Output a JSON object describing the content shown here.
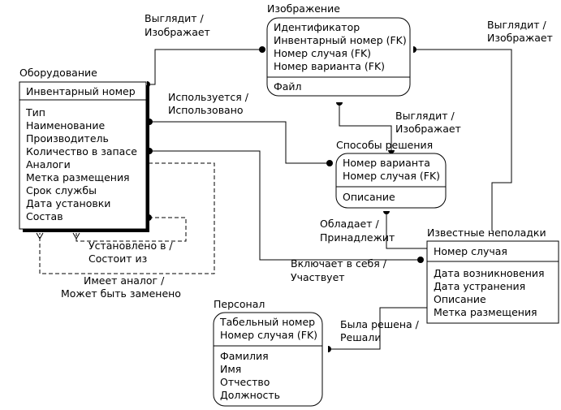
{
  "entities": {
    "equipment": {
      "title": "Оборудование",
      "keys": [
        "Инвентарный номер"
      ],
      "attrs": [
        "Тип",
        "Наименование",
        "Производитель",
        "Количество в запасе",
        "Аналоги",
        "Метка размещения",
        "Срок службы",
        "Дата установки",
        "Состав"
      ]
    },
    "image": {
      "title": "Изображение",
      "keys": [
        "Идентификатор",
        "Инвентарный номер (FK)",
        "Номер случая (FK)",
        "Номер варианта (FK)"
      ],
      "attrs": [
        "Файл"
      ]
    },
    "solutions": {
      "title": "Способы решения",
      "keys": [
        "Номер варианта",
        "Номер случая (FK)"
      ],
      "attrs": [
        "Описание"
      ]
    },
    "issues": {
      "title": "Известные неполадки",
      "keys": [
        "Номер случая"
      ],
      "attrs": [
        "Дата возникновения",
        "Дата устранения",
        "Описание",
        "Метка размещения"
      ]
    },
    "staff": {
      "title": "Персонал",
      "keys": [
        "Табельный номер",
        "Номер случая (FK)"
      ],
      "attrs": [
        "Фамилия",
        "Имя",
        "Отчество",
        "Должность"
      ]
    }
  },
  "relations": {
    "equip_image": [
      "Выглядит /",
      "Изображает"
    ],
    "issues_image": [
      "Выглядит /",
      "Изображает"
    ],
    "image_solutions": [
      "Выглядит /",
      "Изображает"
    ],
    "equip_solutions": [
      "Используется /",
      "Использовано"
    ],
    "solutions_issues": [
      "Обладает /",
      "Принадлежит"
    ],
    "equip_issues": [
      "Включает в себя /",
      "Участвует"
    ],
    "equip_self_composition": [
      "Установлено в /",
      "Состоит из"
    ],
    "equip_self_analog": [
      "Имеет аналог /",
      "Может быть заменено"
    ],
    "staff_issues": [
      "Была решена /",
      "Решали"
    ]
  }
}
